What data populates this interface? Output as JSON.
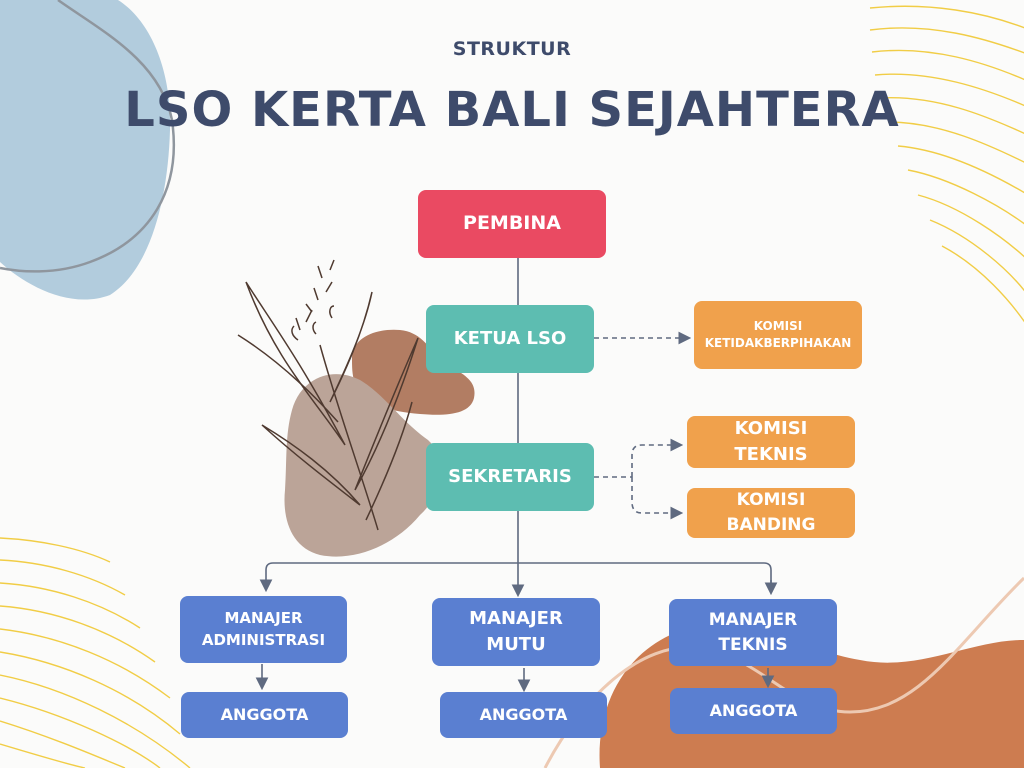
{
  "header": {
    "subtitle": "STRUKTUR",
    "title": "LSO KERTA BALI SEJAHTERA"
  },
  "nodes": {
    "pembina": "PEMBINA",
    "ketua": "KETUA LSO",
    "sekretaris": "SEKRETARIS",
    "komisi_ketidakberpihakan": "KOMISI KETIDAKBERPIHAKAN",
    "komisi_teknis": "KOMISI TEKNIS",
    "komisi_banding": "KOMISI BANDING",
    "manajer_administrasi": "MANAJER ADMINISTRASI",
    "manajer_mutu": "MANAJER MUTU",
    "manajer_teknis": "MANAJER TEKNIS",
    "anggota_1": "ANGGOTA",
    "anggota_2": "ANGGOTA",
    "anggota_3": "ANGGOTA"
  },
  "colors": {
    "pembina": "#ea4a62",
    "leadership": "#5dbdb1",
    "komisi": "#f0a14c",
    "manajer": "#5a7fd1",
    "text": "#3e4b6b",
    "connector": "#5f6a80"
  }
}
